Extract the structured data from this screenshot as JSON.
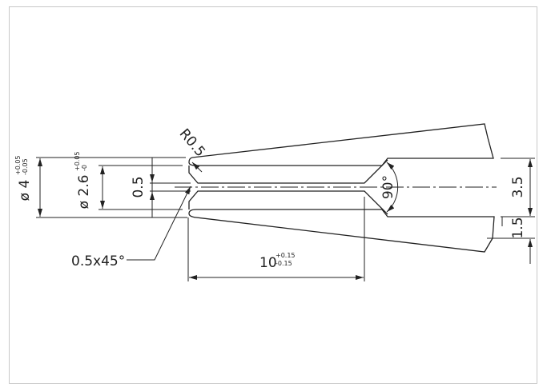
{
  "drawing": {
    "dim_od": {
      "symbol": "ø",
      "value": "4",
      "upper_tol": "+0.05",
      "lower_tol": "-0.05"
    },
    "dim_bore": {
      "symbol": "ø",
      "value": "2.6",
      "upper_tol": "+0.05",
      "lower_tol": "-0"
    },
    "dim_slot": "0.5",
    "dim_radius": "R0.5",
    "dim_chamfer": "0.5x45°",
    "dim_length": {
      "value": "10",
      "upper_tol": "+0.15",
      "lower_tol": "-0.15"
    },
    "dim_angle": "90°",
    "dim_opening": "3.5",
    "dim_wall": "1.5",
    "colors": {
      "line": "#222222",
      "frame": "#c8c8c8",
      "background": "#ffffff"
    }
  }
}
